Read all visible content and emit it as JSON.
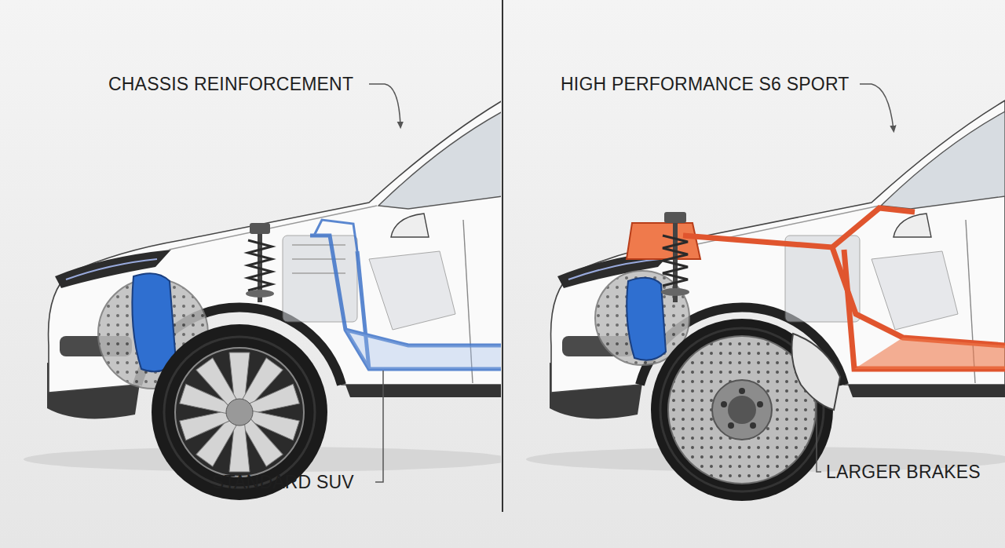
{
  "diagram": {
    "labels": [
      "CHASSIS REINFORCEMENT",
      "HIGH PERFORMANCE S6 SPORT",
      "STANDARD SUV",
      "LARGER BRAKES"
    ]
  }
}
